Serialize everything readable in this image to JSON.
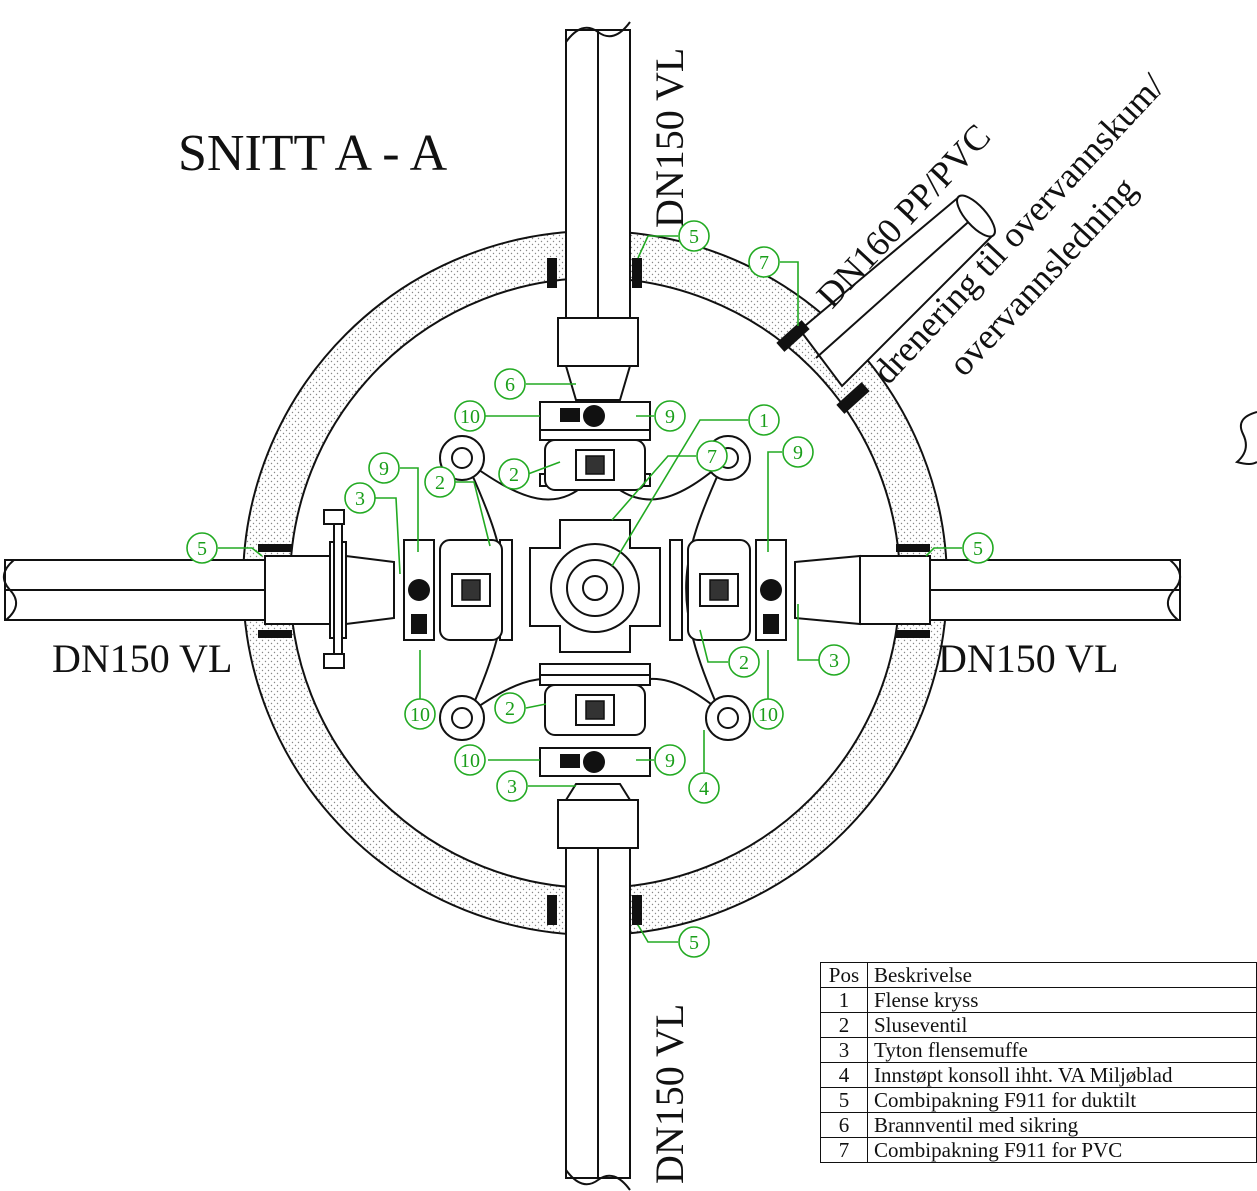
{
  "title": "SNITT A - A",
  "pipe_labels": {
    "top": "DN150 VL",
    "bottom": "DN150 VL",
    "left": "DN150 VL",
    "right": "DN150 VL",
    "diagonal_pipe": "DN160 PP/PVC",
    "drainage_line1": "drenering til overvannskum/",
    "drainage_line2": "overvannsledning"
  },
  "callouts": [
    "1",
    "2",
    "3",
    "4",
    "5",
    "6",
    "7",
    "9",
    "10"
  ],
  "colors": {
    "callout": "#22aa22",
    "line": "#111111",
    "hatch": "#888888"
  },
  "legend": {
    "headers": {
      "pos": "Pos",
      "desc": "Beskrivelse"
    },
    "rows": [
      {
        "pos": "1",
        "desc": "Flense kryss"
      },
      {
        "pos": "2",
        "desc": "Sluseventil"
      },
      {
        "pos": "3",
        "desc": "Tyton flensemuffe"
      },
      {
        "pos": "4",
        "desc": "Innstøpt konsoll ihht. VA Miljøblad"
      },
      {
        "pos": "5",
        "desc": "Combipakning F911 for duktilt"
      },
      {
        "pos": "6",
        "desc": "Brannventil med sikring"
      },
      {
        "pos": "7",
        "desc": "Combipakning F911 for PVC"
      }
    ]
  }
}
